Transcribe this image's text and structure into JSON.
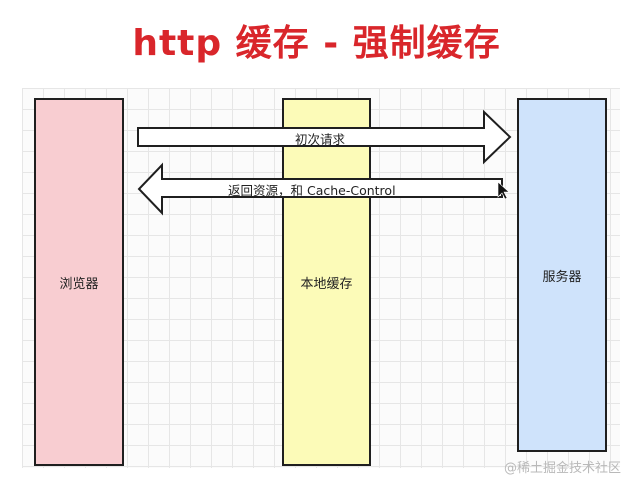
{
  "title": "http 缓存 - 强制缓存",
  "boxes": {
    "browser": "浏览器",
    "cache": "本地缓存",
    "server": "服务器"
  },
  "arrows": {
    "request": "初次请求",
    "response": "返回资源，和 Cache-Control"
  },
  "watermark": "@稀土掘金技术社区",
  "colors": {
    "title": "#d9262b",
    "browser": "#f8cdd1",
    "cache": "#fcfbb8",
    "server": "#cfe3fb"
  }
}
